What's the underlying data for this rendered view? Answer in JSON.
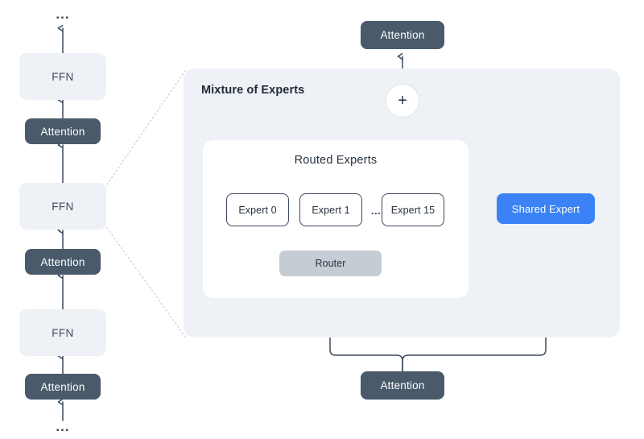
{
  "diagram": {
    "title": "Mixture of Experts architecture diagram",
    "background_color": "#ffffff"
  },
  "colors": {
    "panel_bg": "#eef1f5",
    "ffn_bg": "#eef1f5",
    "attention_bg": "#4a5a6b",
    "router_bg": "#c6ccd4",
    "shared_expert_bg": "#3b82f6",
    "stroke": "#3d4a5c",
    "card_bg": "#ffffff",
    "dotted_connector": "#c9cdd3",
    "text_dark": "#26323f",
    "text_light": "#ffffff"
  },
  "transformer_stack": {
    "top_ellipsis": "...",
    "bottom_ellipsis": "...",
    "blocks": [
      {
        "type": "ffn",
        "label": "FFN"
      },
      {
        "type": "attention",
        "label": "Attention"
      },
      {
        "type": "ffn",
        "label": "FFN",
        "expanded": true
      },
      {
        "type": "attention",
        "label": "Attention"
      },
      {
        "type": "ffn",
        "label": "FFN"
      },
      {
        "type": "attention",
        "label": "Attention"
      }
    ]
  },
  "moe": {
    "panel_title": "Mixture of Experts",
    "output_attention_label": "Attention",
    "input_attention_label": "Attention",
    "sum_symbol": "+",
    "routed": {
      "card_title": "Routed Experts",
      "experts": [
        {
          "label": "Expert 0"
        },
        {
          "label": "Expert 1"
        },
        {
          "label": "Expert 15"
        }
      ],
      "ellipsis": "...",
      "router_label": "Router"
    },
    "shared_expert_label": "Shared Expert"
  }
}
